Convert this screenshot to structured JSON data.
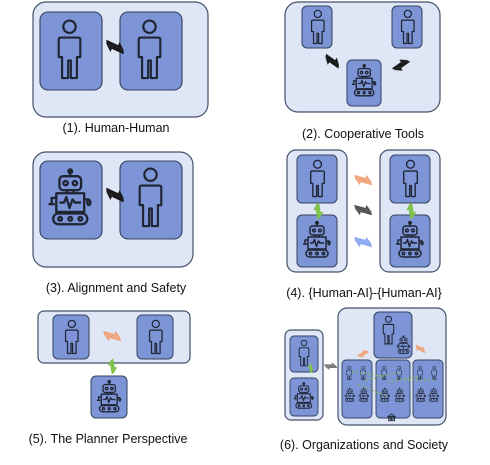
{
  "captions": {
    "p1": "(1). Human-Human",
    "p2": "(2). Cooperative Tools",
    "p3": "(3). Alignment and Safety",
    "p4": "(4). {Human-AI}-{Human-AI}",
    "p5": "(5). The Planner Perspective",
    "p6": "(6). Organizations and Society"
  },
  "colors": {
    "outer_panel": "#dfe6f6",
    "outer_stroke": "#44516b",
    "inner_box": "#7d95d6",
    "inner_stroke": "#33415e",
    "figure": "#1f2533",
    "arrow_dark": "#1a1a1a",
    "arrow_orange": "#f0a57c",
    "arrow_green": "#7fc24a",
    "arrow_blue": "#8eaaf0",
    "arrow_gray": "#777777"
  },
  "icons": [
    "human-icon",
    "robot-icon",
    "bidirectional-arrow-icon"
  ]
}
